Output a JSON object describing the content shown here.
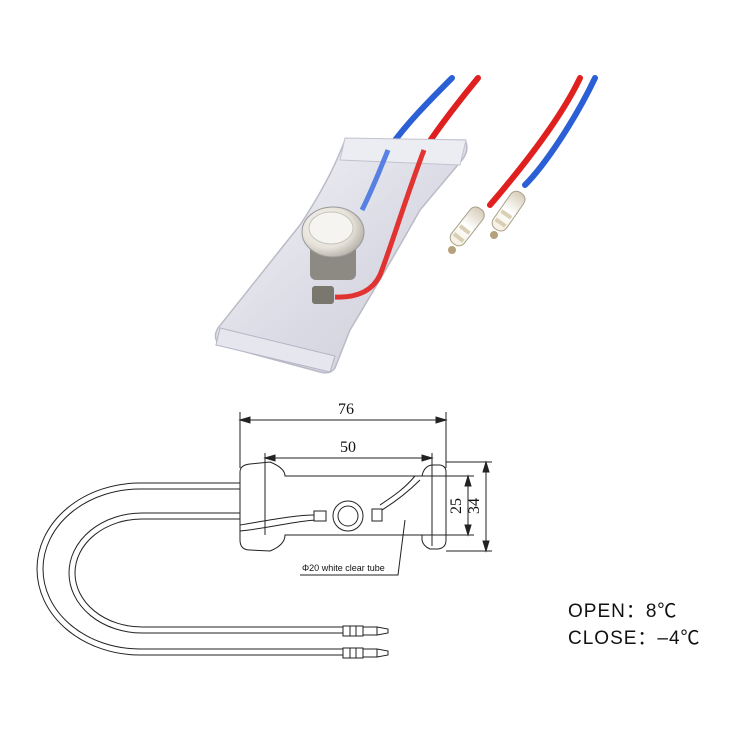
{
  "dimensions": {
    "overall_length": "76",
    "tube_length": "50",
    "width_inner": "25",
    "width_outer": "34"
  },
  "tube_label": "Φ20 white clear tube",
  "specs": {
    "open": "OPEN：8℃",
    "close": "CLOSE：–4℃"
  },
  "colors": {
    "wire_red": "#e0201e",
    "wire_blue": "#2a5fd6",
    "line": "#222222"
  }
}
